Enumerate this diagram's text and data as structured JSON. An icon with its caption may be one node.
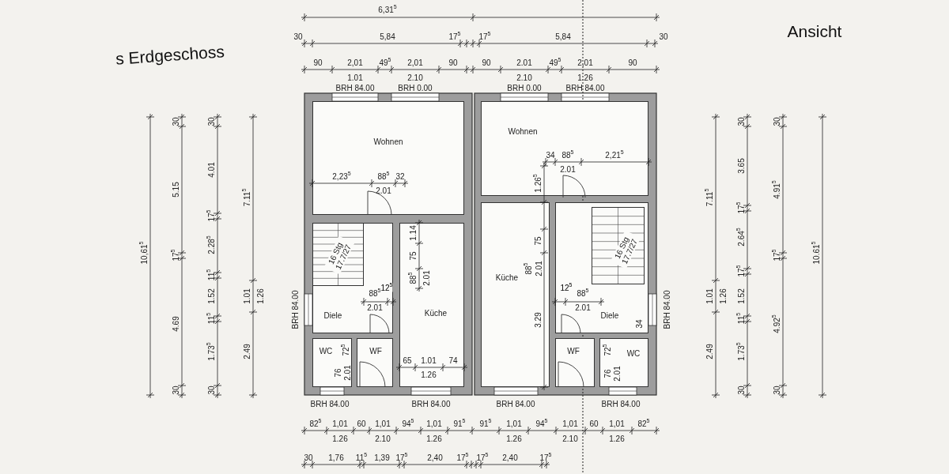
{
  "diagram": {
    "nodes": [
      {
        "text": [
          "Wohnen"
        ]
      },
      {
        "text": [
          "Diele"
        ]
      },
      {
        "text": [
          "16 Stg 17.7/27"
        ],
        "in": 1
      },
      {
        "text": [
          "Küche"
        ]
      },
      {
        "text": [
          "WC"
        ]
      },
      {
        "text": [
          "WF"
        ]
      },
      {
        "text": [
          "Wohnen"
        ]
      },
      {
        "text": [
          "Küche"
        ]
      },
      {
        "text": [
          "Diele"
        ]
      },
      {
        "text": [
          "16 Stg 17.7/27"
        ],
        "in": 8
      },
      {
        "text": [
          "WF"
        ]
      },
      {
        "text": [
          "WC"
        ]
      }
    ],
    "labels": [
      "s Erdgeschoss",
      "6,31$^{5}$",
      "30",
      "5,84",
      "17$^{5}$",
      "17$^{5}$",
      "5,84",
      "30",
      "90",
      "2,01",
      "1.01",
      "49$^{5}$",
      "2,01",
      "2.10",
      "90",
      "90",
      "2.01",
      "2.10",
      "49$^{5}$",
      "2,01",
      "1.26",
      "90",
      "Ansicht",
      "BRH 84.00",
      "BRH 0.00",
      "BRH 0.00",
      "BRH 84.00",
      "10,61$^{5}$",
      "30",
      "5.15",
      "17$^{5}$",
      "4.69",
      "30",
      "30",
      "4.01",
      "17$^{5}$",
      "2.28$^{5}$",
      "11$^{5}$",
      "1.52",
      "11$^{5}$",
      "1.73$^{5}$",
      "30",
      "7.11$^{5}$",
      "1.01",
      "1.26",
      "2.49",
      "2,23$^{5}$",
      "88$^{5}$",
      "32",
      "2.01",
      "1.14",
      "75",
      "88$^{5}$",
      "2.01",
      "88$^{5}$",
      "12$^{5}$",
      "2.01",
      "BRH 84.00",
      "72$^{5}$",
      "76",
      "2.01",
      "65",
      "1.01",
      "74",
      "1.26",
      "34",
      "88$^{5}$",
      "2.01",
      "2,21$^{5}$",
      "1.26$^{5}$",
      "75",
      "88$^{5}$",
      "2.01",
      "3.29",
      "12$^{5}$",
      "88$^{5}$",
      "2.01",
      "34",
      "72$^{5}$",
      "76",
      "2.01",
      "BRH 84.00",
      "7.11$^{5}$",
      "1.01",
      "1.26",
      "2.49",
      "30",
      "3.65",
      "17$^{5}$",
      "2.64$^{5}$",
      "17$^{5}$",
      "1.52",
      "11$^{5}$",
      "1.73$^{5}$",
      "30",
      "30",
      "4.91$^{5}$",
      "17$^{5}$",
      "4.92$^{5}$",
      "30",
      "10.61$^{5}$",
      "BRH 84.00",
      "BRH 84.00",
      "BRH 84.00",
      "BRH 84.00",
      "82$^{5}$",
      "1,01",
      "1.26",
      "60",
      "1,01",
      "2.10",
      "94$^{5}$",
      "1,01",
      "1.26",
      "91$^{5}$",
      "91$^{5}$",
      "1,01",
      "1.26",
      "94$^{5}$",
      "1,01",
      "2.10",
      "60",
      "1,01",
      "1.26",
      "82$^{5}$",
      "30",
      "1,76",
      "11$^{5}$",
      "1,39",
      "17$^{5}$",
      "2,40",
      "17$^{5}$",
      "17$^{5}$",
      "2,40",
      "17$^{5}$"
    ]
  }
}
